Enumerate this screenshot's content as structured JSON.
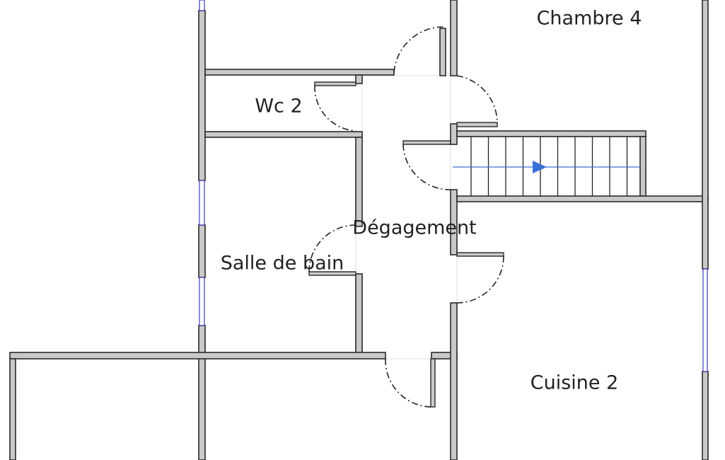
{
  "rooms": {
    "chambre4": "Chambre 4",
    "wc2": "Wc 2",
    "degagement": "Dégagement",
    "salle_de_bain": "Salle de bain",
    "cuisine2": "Cuisine 2"
  },
  "colors": {
    "wall_fill": "#c9c9c9",
    "wall_stroke": "#2a2a2a",
    "stair_arrow": "#3a6fd8",
    "window": "#3b3bc0"
  }
}
